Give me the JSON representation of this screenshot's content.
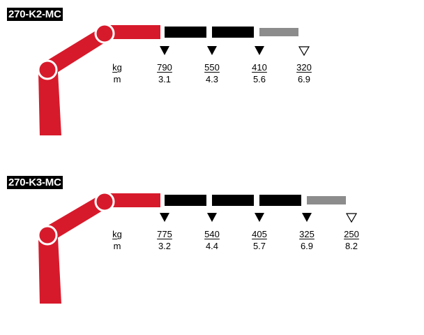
{
  "colors": {
    "boom_red": "#d71a2b",
    "extension_black": "#000000",
    "extension_gray": "#8c8c8c",
    "label_bg": "#000000",
    "label_text": "#ffffff"
  },
  "units": {
    "load": "kg",
    "reach": "m"
  },
  "cranes": [
    {
      "model": "270-K2-MC",
      "points": [
        {
          "load": "790",
          "reach": "3.1",
          "marker": "filled"
        },
        {
          "load": "550",
          "reach": "4.3",
          "marker": "filled"
        },
        {
          "load": "410",
          "reach": "5.6",
          "marker": "filled"
        },
        {
          "load": "320",
          "reach": "6.9",
          "marker": "outline"
        }
      ]
    },
    {
      "model": "270-K3-MC",
      "points": [
        {
          "load": "775",
          "reach": "3.2",
          "marker": "filled"
        },
        {
          "load": "540",
          "reach": "4.4",
          "marker": "filled"
        },
        {
          "load": "405",
          "reach": "5.7",
          "marker": "filled"
        },
        {
          "load": "325",
          "reach": "6.9",
          "marker": "filled"
        },
        {
          "load": "250",
          "reach": "8.2",
          "marker": "outline"
        }
      ]
    }
  ]
}
